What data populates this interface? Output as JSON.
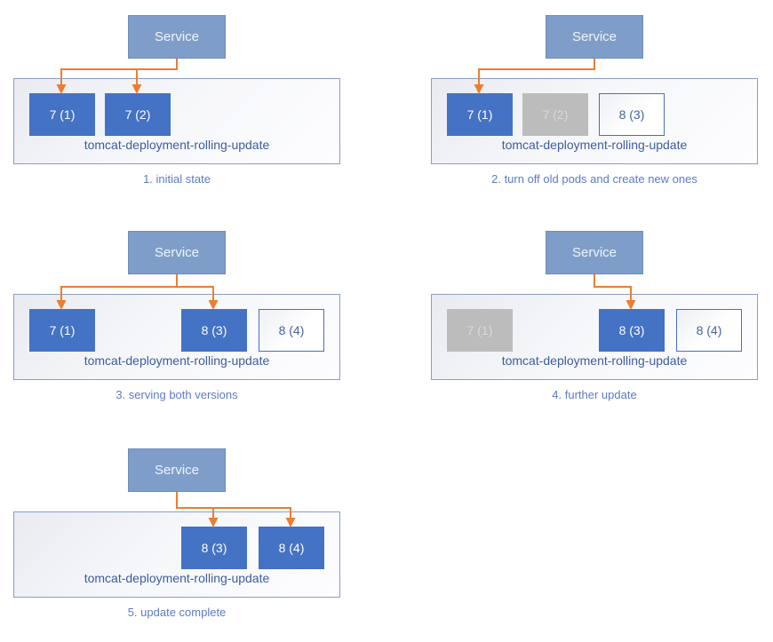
{
  "colors": {
    "service_fill": "#7E9EC9",
    "service_border": "#6D8CBA",
    "service_text": "#F0F4F9",
    "pod_active_fill": "#4472C4",
    "pod_active_text": "#FFFFFF",
    "pod_terminated_fill": "#BCBCBC",
    "pod_terminated_text": "#D9DADB",
    "pod_pending_border": "#4C6FB8",
    "pod_pending_text": "#44639E",
    "container_border": "#8B9CC7",
    "deployment_text": "#3E5C9E",
    "caption_text": "#5B7BC8",
    "arrow": "#ED7D31"
  },
  "panels": [
    {
      "service_label": "Service",
      "deployment_label": "tomcat-deployment-rolling-update",
      "caption": "1. initial state",
      "pods": [
        {
          "label": "7 (1)",
          "style": "active",
          "slot": 0
        },
        {
          "label": "7 (2)",
          "style": "active",
          "slot": 1
        }
      ],
      "service_routes_to": [
        "7 (1)",
        "7 (2)"
      ]
    },
    {
      "service_label": "Service",
      "deployment_label": "tomcat-deployment-rolling-update",
      "caption": "2. turn off old pods and create new ones",
      "pods": [
        {
          "label": "7 (1)",
          "style": "active",
          "slot": 0
        },
        {
          "label": "7 (2)",
          "style": "terminated",
          "slot": 1
        },
        {
          "label": "8 (3)",
          "style": "pending",
          "slot": 2
        }
      ],
      "service_routes_to": [
        "7 (1)"
      ]
    },
    {
      "service_label": "Service",
      "deployment_label": "tomcat-deployment-rolling-update",
      "caption": "3. serving both versions",
      "pods": [
        {
          "label": "7 (1)",
          "style": "active",
          "slot": 0
        },
        {
          "label": "8 (3)",
          "style": "active",
          "slot": 2
        },
        {
          "label": "8 (4)",
          "style": "pending",
          "slot": 3
        }
      ],
      "service_routes_to": [
        "7 (1)",
        "8 (3)"
      ]
    },
    {
      "service_label": "Service",
      "deployment_label": "tomcat-deployment-rolling-update",
      "caption": "4. further update",
      "pods": [
        {
          "label": "7 (1)",
          "style": "terminated",
          "slot": 0
        },
        {
          "label": "8 (3)",
          "style": "active",
          "slot": 2
        },
        {
          "label": "8 (4)",
          "style": "pending",
          "slot": 3
        }
      ],
      "service_routes_to": [
        "8 (3)"
      ]
    },
    {
      "service_label": "Service",
      "deployment_label": "tomcat-deployment-rolling-update",
      "caption": "5. update complete",
      "pods": [
        {
          "label": "8 (3)",
          "style": "active",
          "slot": 2
        },
        {
          "label": "8 (4)",
          "style": "active",
          "slot": 3
        }
      ],
      "service_routes_to": [
        "8 (3)",
        "8 (4)"
      ]
    }
  ]
}
